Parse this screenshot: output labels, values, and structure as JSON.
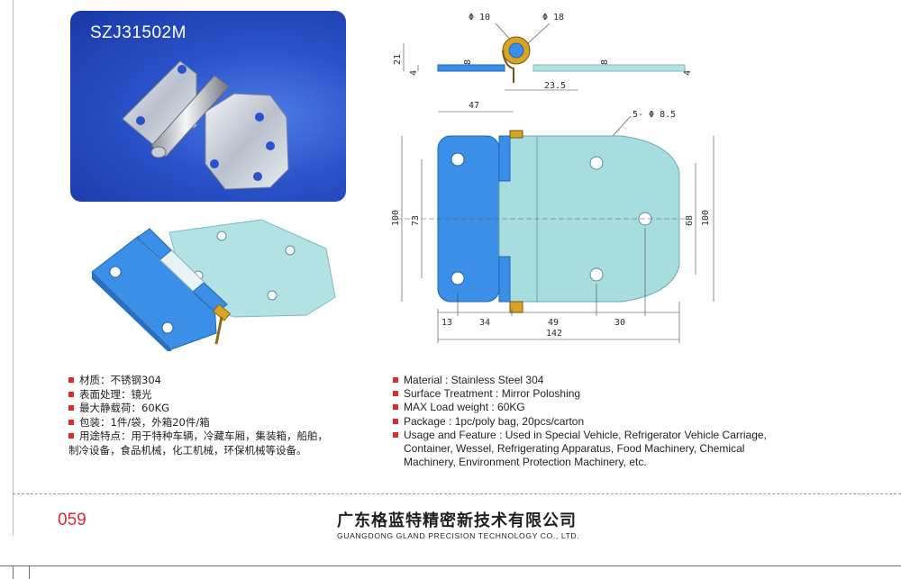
{
  "product": {
    "model_code": "SZJ31502M"
  },
  "drawing": {
    "dims": {
      "hole_small": "Φ 10",
      "hole_large": "Φ 18",
      "height_21": "21",
      "thick_left": "4",
      "offset_left": "8",
      "offset_right": "8",
      "thick_right": "4",
      "offset_23_5": "23.5",
      "width_47": "47",
      "holes": "5- Φ 8.5",
      "height_100_left": "100",
      "height_73": "73",
      "height_68": "68",
      "height_100_right": "100",
      "w13": "13",
      "w34": "34",
      "w49": "49",
      "w30": "30",
      "w142": "142"
    }
  },
  "specs_cn": [
    "材质：不锈钢304",
    "表面处理：镜光",
    "最大静载荷：60KG",
    "包装：1件/袋，外箱20件/箱",
    "用途特点：用于特种车辆，冷藏车厢，集装箱，船舶，",
    "制冷设备，食品机械，化工机械，环保机械等设备。"
  ],
  "specs_en": [
    "Material : Stainless Steel 304",
    "Surface Treatment : Mirror Poloshing",
    "MAX Load weight : 60KG",
    "Package : 1pc/poly bag,  20pcs/carton",
    "Usage and Feature : Used in Special Vehicle, Refrigerator Vehicle Carriage,",
    "Container, Wessel, Refrigerating Apparatus, Food Machinery, Chemical",
    "Machinery, Environment Protection Machinery, etc."
  ],
  "footer": {
    "page_number": "059",
    "company_cn": "广东格蓝特精密新技术有限公司",
    "company_en": "GUANGDONG GLAND PRECISION TECHNOLOGY CO., LTD."
  },
  "colors": {
    "accent_red": "#d92e2e",
    "leaf_blue": "#3b8fe6",
    "leaf_teal": "#a8dde0",
    "photo_bg": "#2a52c9"
  }
}
